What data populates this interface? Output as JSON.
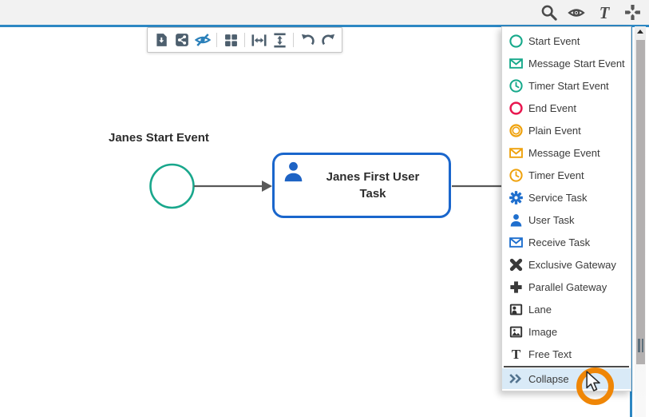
{
  "topbar": {
    "icons": [
      {
        "name": "search"
      },
      {
        "name": "eye"
      },
      {
        "name": "free-text-tool"
      },
      {
        "name": "move-cluster"
      }
    ]
  },
  "glyphs": {
    "free_text_tool": "T",
    "free_text_item": "T"
  },
  "canvas_toolbar": {
    "icons": [
      "export-file",
      "share",
      "hide-eye",
      "grid",
      "fit-width",
      "fit-height",
      "undo",
      "redo"
    ]
  },
  "diagram": {
    "start_event_label": "Janes Start Event",
    "task_label": "Janes First User Task"
  },
  "palette": {
    "items": [
      {
        "label": "Start Event",
        "icon": "start-event",
        "color": "#17a98b"
      },
      {
        "label": "Message Start Event",
        "icon": "message-start-event",
        "color": "#17a98b"
      },
      {
        "label": "Timer Start Event",
        "icon": "timer-start-event",
        "color": "#17a98b"
      },
      {
        "label": "End Event",
        "icon": "end-event",
        "color": "#e8174f"
      },
      {
        "label": "Plain Event",
        "icon": "plain-event",
        "color": "#efa20d"
      },
      {
        "label": "Message Event",
        "icon": "message-event",
        "color": "#efa20d"
      },
      {
        "label": "Timer Event",
        "icon": "timer-event",
        "color": "#efa20d"
      },
      {
        "label": "Service Task",
        "icon": "service-task",
        "color": "#1f6fce"
      },
      {
        "label": "User Task",
        "icon": "user-task",
        "color": "#1f6fce"
      },
      {
        "label": "Receive Task",
        "icon": "receive-task",
        "color": "#1f6fce"
      },
      {
        "label": "Exclusive Gateway",
        "icon": "exclusive-gateway",
        "color": "#3a3a3a"
      },
      {
        "label": "Parallel Gateway",
        "icon": "parallel-gateway",
        "color": "#3a3a3a"
      },
      {
        "label": "Lane",
        "icon": "lane",
        "color": "#333333"
      },
      {
        "label": "Image",
        "icon": "image",
        "color": "#333333"
      },
      {
        "label": "Free Text",
        "icon": "free-text",
        "color": "#2f2f2f"
      },
      {
        "label": "Collapse",
        "icon": "collapse",
        "color": "#53738e",
        "highlighted": true
      }
    ]
  },
  "colors": {
    "accent_blue_line": "#2d87c3",
    "task_border": "#1a66cc",
    "teal": "#17a98b",
    "red": "#e8174f",
    "orange": "#efa20d",
    "blue": "#1f6fce",
    "highlight_row": "#d9eaf7",
    "cursor_ring": "#ef8606",
    "toolbar_icon": "#4d5f6e"
  }
}
